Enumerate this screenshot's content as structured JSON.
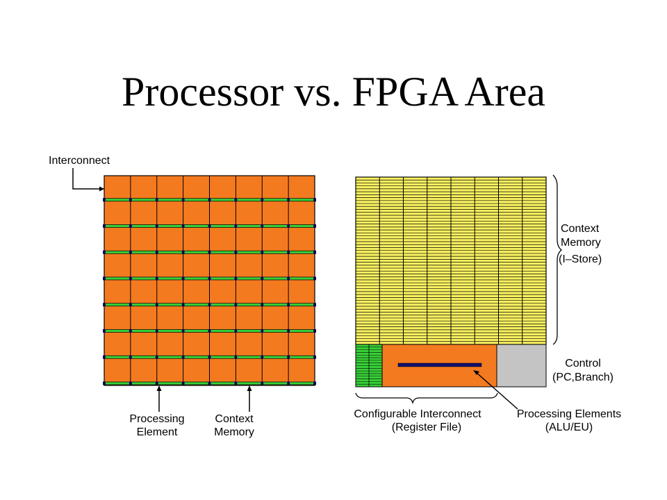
{
  "slide": {
    "title": "Processor vs. FPGA Area"
  },
  "fpga": {
    "rows": 8,
    "cols": 8,
    "labels": {
      "interconnect": "Interconnect",
      "processing_element": [
        "Processing",
        "Element"
      ],
      "context_memory": [
        "Context",
        "Memory"
      ]
    }
  },
  "processor": {
    "memory_cols": 8,
    "memory_rows": 57,
    "interconnect_cols": 2,
    "interconnect_rows": 16,
    "labels": {
      "context_memory": [
        "Context",
        "Memory",
        "(I–Store)"
      ],
      "control": [
        "Control",
        "(PC,Branch)"
      ],
      "configurable_interconnect": [
        "Configurable Interconnect",
        "(Register File)"
      ],
      "processing_elements": [
        "Processing Elements",
        "(ALU/EU)"
      ]
    }
  },
  "colors": {
    "orange": "#f47a20",
    "green": "#38d038",
    "blue": "#101070",
    "yellow": "#f8f060",
    "gray": "#c4c4c4",
    "line": "#000000"
  }
}
